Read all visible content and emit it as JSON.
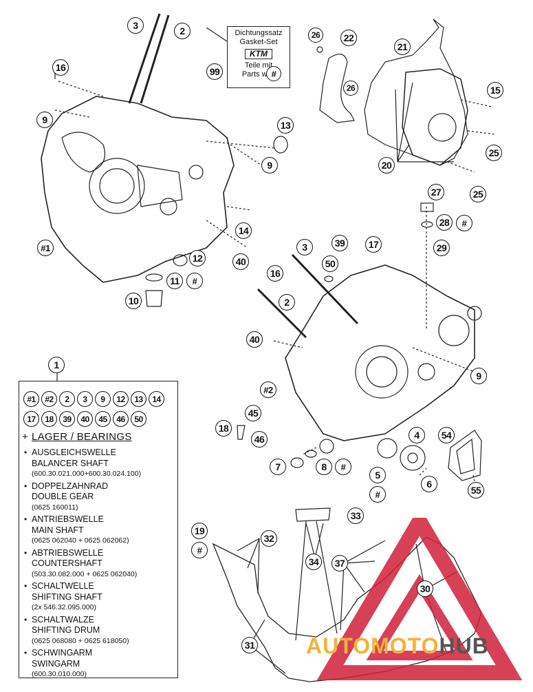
{
  "callouts": [
    {
      "id": "c3a",
      "label": "3"
    },
    {
      "id": "c2a",
      "label": "2"
    },
    {
      "id": "c16a",
      "label": "16"
    },
    {
      "id": "c9a",
      "label": "9"
    },
    {
      "id": "c99",
      "label": "99"
    },
    {
      "id": "c26a",
      "label": "26"
    },
    {
      "id": "c22",
      "label": "22"
    },
    {
      "id": "c26b",
      "label": "26"
    },
    {
      "id": "c21",
      "label": "21"
    },
    {
      "id": "c15",
      "label": "15"
    },
    {
      "id": "c25a",
      "label": "25"
    },
    {
      "id": "c20",
      "label": "20"
    },
    {
      "id": "c25b",
      "label": "25"
    },
    {
      "id": "c13",
      "label": "13"
    },
    {
      "id": "c9b",
      "label": "9"
    },
    {
      "id": "c14",
      "label": "14"
    },
    {
      "id": "c40a",
      "label": "40"
    },
    {
      "id": "c12",
      "label": "12"
    },
    {
      "id": "c11",
      "label": "11"
    },
    {
      "id": "c11h",
      "label": "#"
    },
    {
      "id": "c10",
      "label": "10"
    },
    {
      "id": "ch1",
      "label": "#1"
    },
    {
      "id": "c27",
      "label": "27"
    },
    {
      "id": "c28",
      "label": "28"
    },
    {
      "id": "c28h",
      "label": "#"
    },
    {
      "id": "c29",
      "label": "29"
    },
    {
      "id": "c3b",
      "label": "3"
    },
    {
      "id": "c39",
      "label": "39"
    },
    {
      "id": "c17",
      "label": "17"
    },
    {
      "id": "c50",
      "label": "50"
    },
    {
      "id": "c16b",
      "label": "16"
    },
    {
      "id": "c2b",
      "label": "2"
    },
    {
      "id": "c40b",
      "label": "40"
    },
    {
      "id": "c9c",
      "label": "9"
    },
    {
      "id": "ch2",
      "label": "#2"
    },
    {
      "id": "c45",
      "label": "45"
    },
    {
      "id": "c18",
      "label": "18"
    },
    {
      "id": "c46",
      "label": "46"
    },
    {
      "id": "c4",
      "label": "4"
    },
    {
      "id": "c54",
      "label": "54"
    },
    {
      "id": "c7",
      "label": "7"
    },
    {
      "id": "c8",
      "label": "8"
    },
    {
      "id": "c8h",
      "label": "#"
    },
    {
      "id": "c5",
      "label": "5"
    },
    {
      "id": "c5h",
      "label": "#"
    },
    {
      "id": "c6",
      "label": "6"
    },
    {
      "id": "c55",
      "label": "55"
    },
    {
      "id": "c33",
      "label": "33"
    },
    {
      "id": "c19",
      "label": "19"
    },
    {
      "id": "c19h",
      "label": "#"
    },
    {
      "id": "c32",
      "label": "32"
    },
    {
      "id": "c34",
      "label": "34"
    },
    {
      "id": "c37",
      "label": "37"
    },
    {
      "id": "c30",
      "label": "30"
    },
    {
      "id": "c31",
      "label": "31"
    },
    {
      "id": "c1",
      "label": "1"
    }
  ],
  "gasket_box": {
    "line1": "Dichtungssatz",
    "line2": "Gasket-Set",
    "logo": "KTM",
    "line3": "Teile mit",
    "line4": "Parts with",
    "hash": "#"
  },
  "legend": {
    "row1": [
      "#1",
      "#2",
      "2",
      "3",
      "9",
      "12",
      "13",
      "14"
    ],
    "row2": [
      "17",
      "18",
      "39",
      "40",
      "45",
      "46",
      "50"
    ],
    "plus": "+",
    "bearings": "LAGER / BEARINGS",
    "items": [
      {
        "de": "AUSGLEICHSWELLE",
        "en": "BALANCER SHAFT",
        "pn": "(600.30.021.000+600.30.024.100)"
      },
      {
        "de": "DOPPELZAHNRAD",
        "en": "DOUBLE GEAR",
        "pn": "(0625 160011)"
      },
      {
        "de": "ANTRIEBSWELLE",
        "en": "MAIN SHAFT",
        "pn": "(0625 062040 + 0625 062062)"
      },
      {
        "de": "ABTRIEBSWELLE",
        "en": "COUNTERSHAFT",
        "pn": "(503.30.082.000 + 0625 062040)"
      },
      {
        "de": "SCHALTWELLE",
        "en": "SHIFTING SHAFT",
        "pn": "(2x 546.32.095.000)"
      },
      {
        "de": "SCHALTWALZE",
        "en": "SHIFTING DRUM",
        "pn": "(0625 068080 + 0625 618050)"
      },
      {
        "de": "SCHWINGARM",
        "en": "SWINGARM",
        "pn": "(600.30.010.000)"
      }
    ]
  },
  "watermark": {
    "part1": "AUTO",
    "part2": "MOTO",
    "part3": "HUB",
    "color_a": "#f2b23a",
    "color_b": "#d0203a",
    "color_c": "#555555"
  }
}
